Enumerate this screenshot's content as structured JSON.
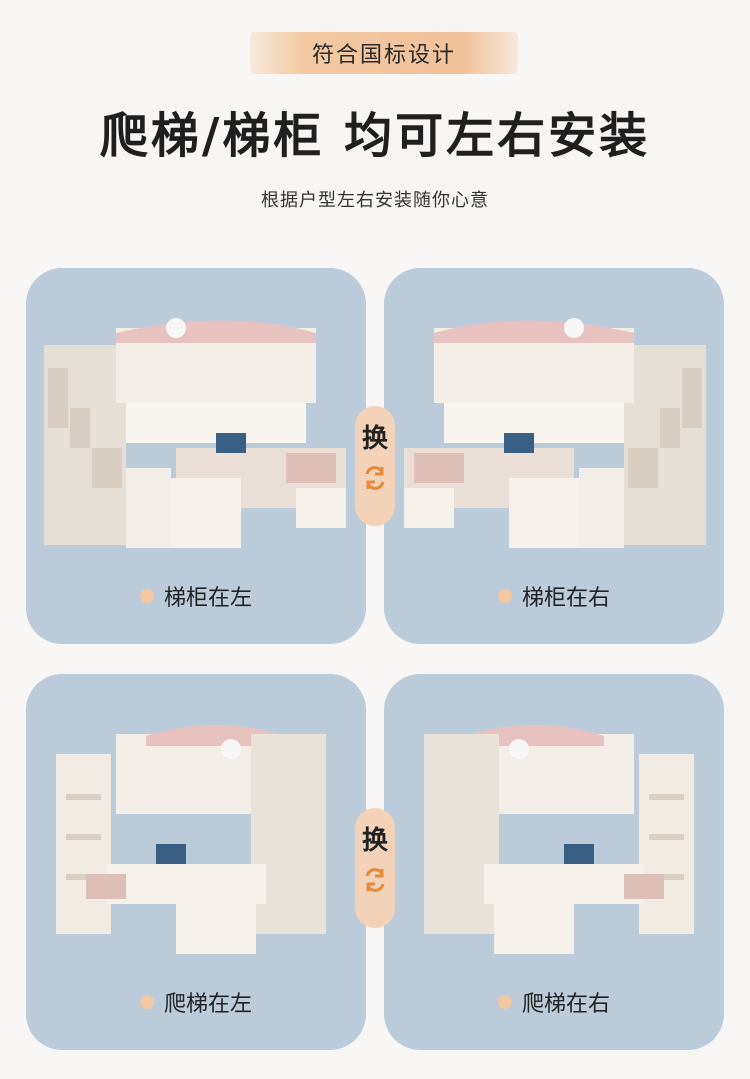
{
  "badge": "符合国标设计",
  "headline": "爬梯/梯柜  均可左右安装",
  "subline": "根据户型左右安装随你心意",
  "swap_label": "换",
  "cards": [
    {
      "label": "梯柜在左"
    },
    {
      "label": "梯柜在右"
    },
    {
      "label": "爬梯在左"
    },
    {
      "label": "爬梯在右"
    }
  ],
  "colors": {
    "card_bg": "#bccbd9",
    "accent": "#f1c19a",
    "swap_bg": "#f4d2b7",
    "bed_wood": "#efe9e3",
    "bed_pink": "#e8c2c0"
  }
}
